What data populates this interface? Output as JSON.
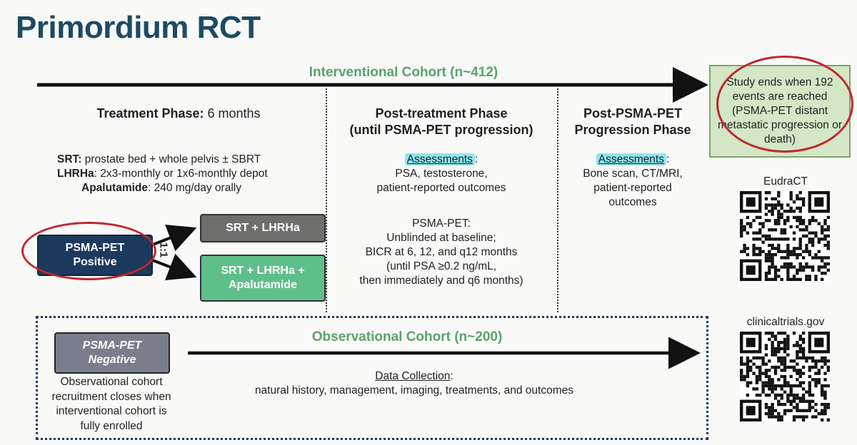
{
  "title": "Primordium RCT",
  "interventional": {
    "label": "Interventional Cohort (n~412)",
    "end_box": "Study ends when 192 events are reached (PSMA-PET distant metastatic progression or death)"
  },
  "treatment": {
    "title_bold": "Treatment Phase:",
    "title_rest": " 6 months",
    "lines": [
      {
        "bold": "SRT:",
        "rest": " prostate bed + whole pelvis ± SBRT"
      },
      {
        "bold": "LHRHa",
        "rest": ": 2x3-monthly or 1x6-monthly depot"
      },
      {
        "bold": "Apalutamide",
        "rest": ": 240 mg/day orally"
      }
    ],
    "positive_box": "PSMA-PET Positive",
    "ratio": "1:1",
    "arm1": "SRT + LHRHa",
    "arm2": "SRT + LHRHa + Apalutamide"
  },
  "post_treatment": {
    "title_line1": "Post-treatment Phase",
    "title_line2": "(until PSMA-PET progression)",
    "assess_label": "Assessments",
    "assess_lines": [
      "PSA, testosterone,",
      "patient-reported outcomes"
    ],
    "pet_lines": [
      "PSMA-PET:",
      "Unblinded at baseline;",
      "BICR at 6, 12, and q12 months",
      "(until PSA ≥0.2 ng/mL,",
      "then immediately and q6 months)"
    ]
  },
  "post_pet": {
    "title_line1": "Post-PSMA-PET",
    "title_line2": "Progression Phase",
    "assess_label": "Assessments",
    "assess_lines": [
      "Bone scan, CT/MRI,",
      "patient-reported",
      "outcomes"
    ]
  },
  "observational": {
    "label": "Observational Cohort (n~200)",
    "negative_box": "PSMA-PET Negative",
    "note_lines": [
      "Observational cohort",
      "recruitment closes when",
      "interventional cohort is",
      "fully enrolled"
    ],
    "data_label": "Data Collection",
    "data_text": "natural history, management, imaging, treatments, and outcomes"
  },
  "registries": [
    {
      "label": "EudraCT"
    },
    {
      "label": "clinicaltrials.gov"
    }
  ],
  "colors": {
    "title": "#1d4a63",
    "green_label": "#5aa36a",
    "positive_box": "#1c3a5e",
    "arm1_box": "#6e6f6c",
    "arm2_box": "#5fbf8a",
    "negative_box": "#7a7e8c",
    "end_box_bg": "#d3e7c6",
    "highlight": "#8fe6f1",
    "red_ellipse": "#c0282e"
  }
}
